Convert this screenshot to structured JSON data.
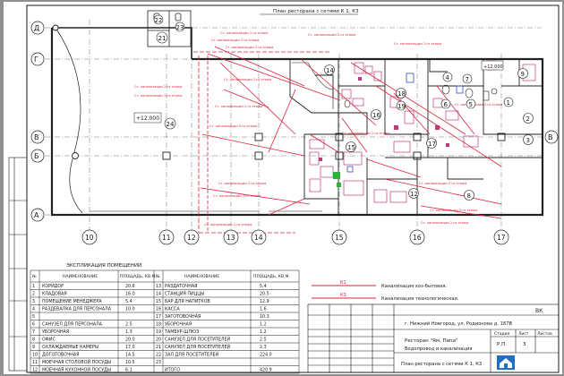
{
  "drawing": {
    "plan_title": "План ресторана с сетями К 1, К3",
    "axes_rows": [
      "Д",
      "Г",
      "В",
      "Б",
      "А"
    ],
    "axes_cols": [
      "10",
      "11",
      "12",
      "13",
      "14",
      "15",
      "16",
      "17"
    ],
    "elevation_main": "+12.000",
    "elevation_side": "+12.000",
    "room_tags": [
      "21",
      "22",
      "23",
      "24",
      "14",
      "16",
      "18",
      "19",
      "4",
      "5",
      "6",
      "7",
      "15",
      "12",
      "8",
      "9",
      "2",
      "3",
      "1",
      "17"
    ]
  },
  "explication": {
    "title": "ЭКСПЛИКАЦИЯ ПОМЕЩЕНИЙ",
    "headers": [
      "№",
      "НАИМЕНОВАНИЕ",
      "ПЛОЩАДЬ, КВ.М.",
      "№",
      "НАИМЕНОВАНИЕ",
      "ПЛОЩАДЬ, КВ.М."
    ],
    "rows": [
      [
        "1",
        "КОРИДОР",
        "20.6",
        "13",
        "РАЗДАТОЧНАЯ",
        "5.4"
      ],
      [
        "2",
        "КЛАДОВАЯ",
        "16.0",
        "14",
        "СТАНЦИЯ ПИЦЦЫ",
        "20.5"
      ],
      [
        "3",
        "ПОМЕЩЕНИЕ МЕНЕДЖЕРА",
        "5.4",
        "15",
        "БАР ДЛЯ НАПИТКОВ",
        "12.9"
      ],
      [
        "4",
        "РАЗДЕВАЛКА ДЛЯ ПЕРСОНАЛА",
        "10.0",
        "16",
        "КАССА",
        "1.6"
      ],
      [
        "5",
        "",
        "",
        "17",
        "ЗАГОТОВОЧНАЯ",
        "10.3"
      ],
      [
        "6",
        "САНУЗЕЛ ДЛЯ ПЕРСОНАЛА",
        "2.5",
        "18",
        "УБОРОЧНАЯ",
        "1.2"
      ],
      [
        "7",
        "УБОРОЧНАЯ",
        "1.3",
        "19",
        "ТАМБУР-ШЛЮЗ",
        "1.2"
      ],
      [
        "8",
        "ОФИС",
        "20.0",
        "20",
        "САНУЗЕЛ ДЛЯ ПОСЕТИТЕЛЕЙ",
        "2.5"
      ],
      [
        "9",
        "ОХЛАЖДАЕМЫЕ КАМЕРЫ",
        "17.0",
        "21",
        "САНУЗЕЛ ДЛЯ ПОСЕТИТЕЛЕЙ",
        "2.3"
      ],
      [
        "10",
        "ДОГОТОВОЧНАЯ",
        "14.5",
        "22",
        "ЗАЛ ДЛЯ ПОСЕТИТЕЛЕЙ",
        "224.0"
      ],
      [
        "11",
        "МОЕЧНАЯ СТОЛОВОЙ ПОСУДЫ",
        "10.5",
        "23",
        "",
        ""
      ],
      [
        "12",
        "МОЕЧНАЯ КУХОННОЙ ПОСУДЫ",
        "6.1",
        "",
        "ИТОГО",
        "420.9"
      ]
    ]
  },
  "legend": {
    "items": [
      {
        "code": "К1",
        "label": "Канализация хоз-бытовая.",
        "color": "#d8243c"
      },
      {
        "code": "К3",
        "label": "Канализация технологическая.",
        "color": "#d8243c"
      }
    ]
  },
  "title_block": {
    "sheet_code": "ВК",
    "address": "г. Нижний Новгород, ул. Родионова д. 187В",
    "project": "Ресторан \"Ям, Папа\"",
    "system": "Водопровод и канализация",
    "sheet_title": "План ресторана с сетями К 1, К3",
    "stage_label": "Стадия",
    "stage": "Р.П.",
    "sheet_label": "Лист",
    "sheet": "3",
    "sheets_label": "Листов"
  },
  "colors": {
    "paper": "#ffffff",
    "frame": "#1a1a1a",
    "wall": "#222222",
    "pipe": "#d8243c",
    "equipment": "#c0397c",
    "green": "#2fae3a",
    "blue": "#2d4cc8",
    "logo": "#1f6fc4"
  }
}
